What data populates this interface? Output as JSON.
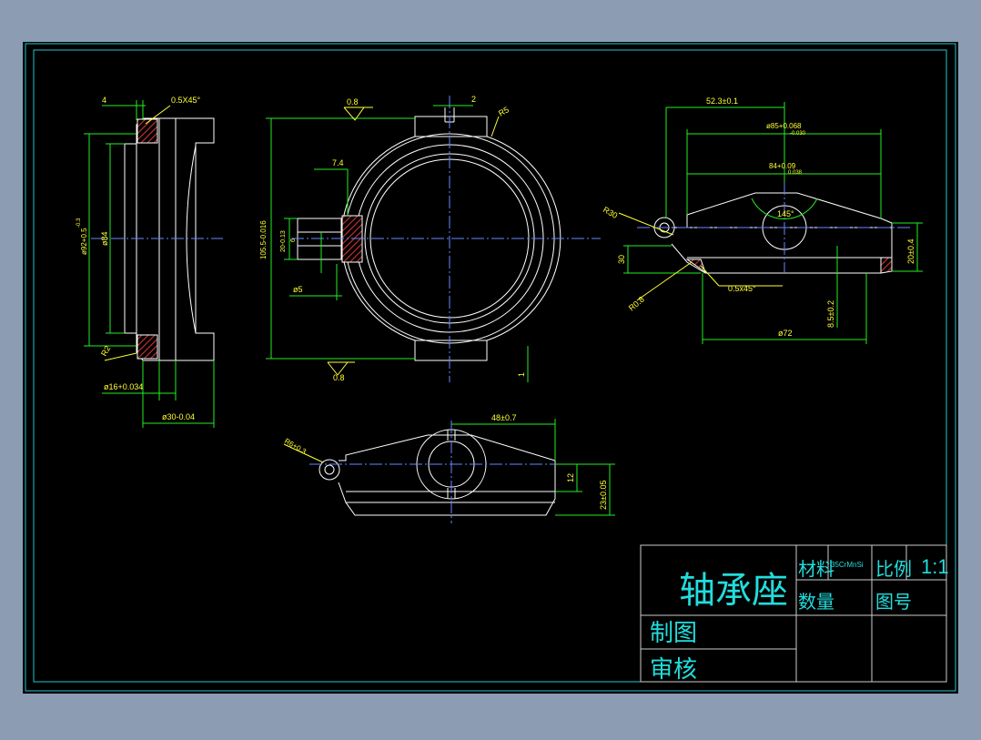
{
  "colors": {
    "viewport_bg": "#8c9db3",
    "paper": "#000000",
    "border": "#22c6cc",
    "geometry": "#ffffff",
    "dimension": "#22ee22",
    "leader": "#ffff33",
    "hatch": "#cc3333",
    "centerline": "#6688ff",
    "title_text": "#22dddd"
  },
  "title_block": {
    "part_name": "轴承座",
    "material_label": "材料",
    "material_value": "35CrMnSi",
    "quantity_label": "数量",
    "scale_label": "比例",
    "scale_value": "1:1",
    "drawing_no_label": "图号",
    "drawn_label": "制图",
    "checked_label": "审核"
  },
  "dims": {
    "v1_chamfer_w": "4",
    "v1_chamfer": "0.5X45°",
    "v1_dia": "ø84",
    "v1_dia_outer": "ø92+0.5",
    "v1_dia_outer_tol": "-0.3",
    "v1_r": "R2",
    "v1_bore": "ø16+0.034",
    "v1_width": "ø30-0.04",
    "v2_rough1": "0.8",
    "v2_slot": "2",
    "v2_r": "R5",
    "v2_74": "7.4",
    "v2_height": "105.5-0.016",
    "v2_20": "20-0.13",
    "v2_6": "6",
    "v2_d5": "ø5",
    "v2_rough2": "0.8",
    "v2_1": "1",
    "v3_523": "52.3±0.1",
    "v3_d85": "ø85+0.068",
    "v3_d85b": "-0.030",
    "v3_d84": "84+0.09",
    "v3_d84b": "0.038",
    "v3_r30": "R30",
    "v3_angle": "145°",
    "v3_30": "30",
    "v3_r08": "R0.8",
    "v3_chamfer": "0.5x45°",
    "v3_20": "20±0.4",
    "v3_85": "8.5±0.2",
    "v3_d72": "ø72",
    "v4_48": "48±0.7",
    "v4_r6": "R6+0.3",
    "v4_12": "12",
    "v4_23": "23±0.05"
  }
}
